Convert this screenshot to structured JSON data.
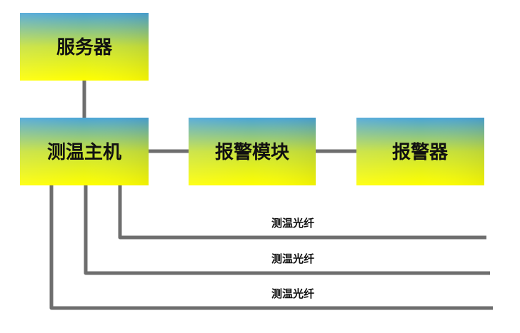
{
  "nodes": {
    "server": {
      "label": "服务器"
    },
    "host": {
      "label": "测温主机"
    },
    "alarm_module": {
      "label": "报警模块"
    },
    "alarm": {
      "label": "报警器"
    }
  },
  "fibers": [
    {
      "label": "测温光纤"
    },
    {
      "label": "测温光纤"
    },
    {
      "label": "测温光纤"
    }
  ],
  "colors": {
    "box_top": "#4aa5d8",
    "box_mid": "#c8e23a",
    "box_bottom": "#ffff00",
    "line": "#6e6e6e",
    "text": "#111111"
  }
}
